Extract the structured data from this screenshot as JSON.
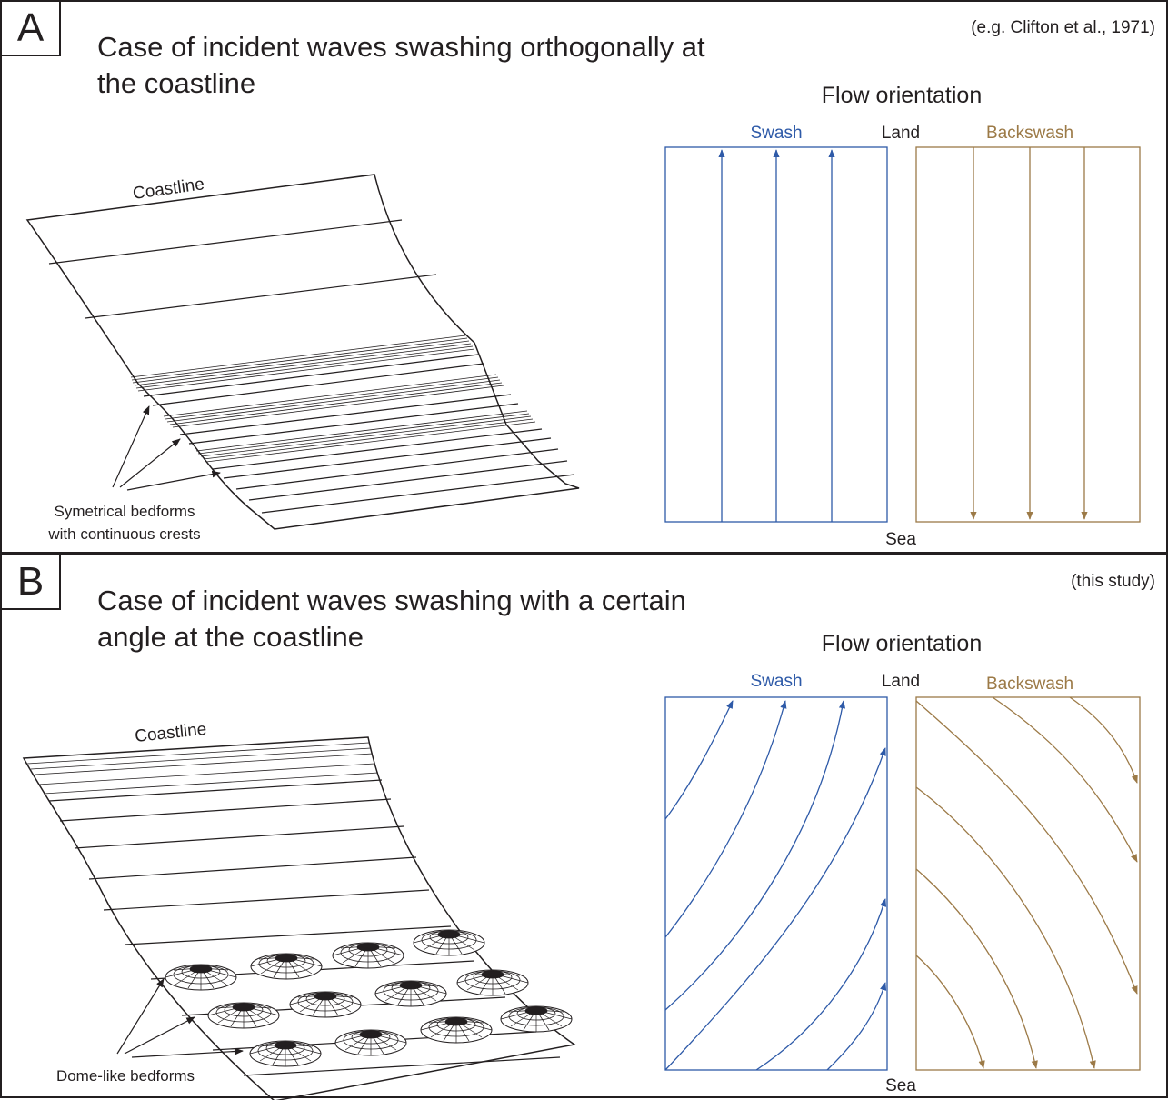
{
  "panel_a": {
    "letter": "A",
    "title": "Case of incident waves swashing orthogonally at the coastline",
    "reference": "(e.g. Clifton et al., 1971)",
    "coastline_label": "Coastline",
    "bedform_label_line1": "Symetrical bedforms",
    "bedform_label_line2": "with continuous crests",
    "flow": {
      "title": "Flow orientation",
      "swash_label": "Swash",
      "land_label": "Land",
      "backswash_label": "Backswash",
      "sea_label": "Sea"
    }
  },
  "panel_b": {
    "letter": "B",
    "title": "Case of incident waves swashing with a certain angle at the coastline",
    "reference": "(this study)",
    "coastline_label": "Coastline",
    "bedform_label": "Dome-like bedforms",
    "flow": {
      "title": "Flow orientation",
      "swash_label": "Swash",
      "land_label": "Land",
      "backswash_label": "Backswash",
      "sea_label": "Sea"
    }
  },
  "colors": {
    "swash": "#2e5aa8",
    "backswash": "#9c7a47",
    "ink": "#231f20"
  }
}
